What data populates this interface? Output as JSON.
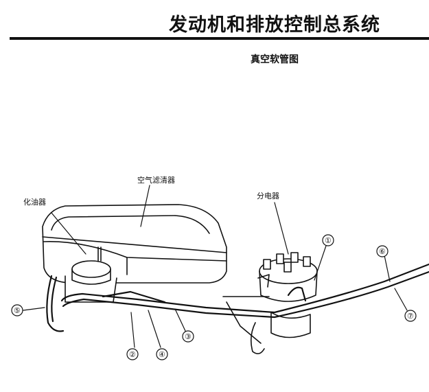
{
  "header": {
    "title": "发动机和排放控制总系统",
    "subtitle": "真空软管图"
  },
  "labels": {
    "air_cleaner": "空气滤清器",
    "carburetor": "化油器",
    "distributor": "分电器"
  },
  "callouts": [
    "①",
    "②",
    "③",
    "④",
    "⑤",
    "⑥",
    "⑦"
  ]
}
